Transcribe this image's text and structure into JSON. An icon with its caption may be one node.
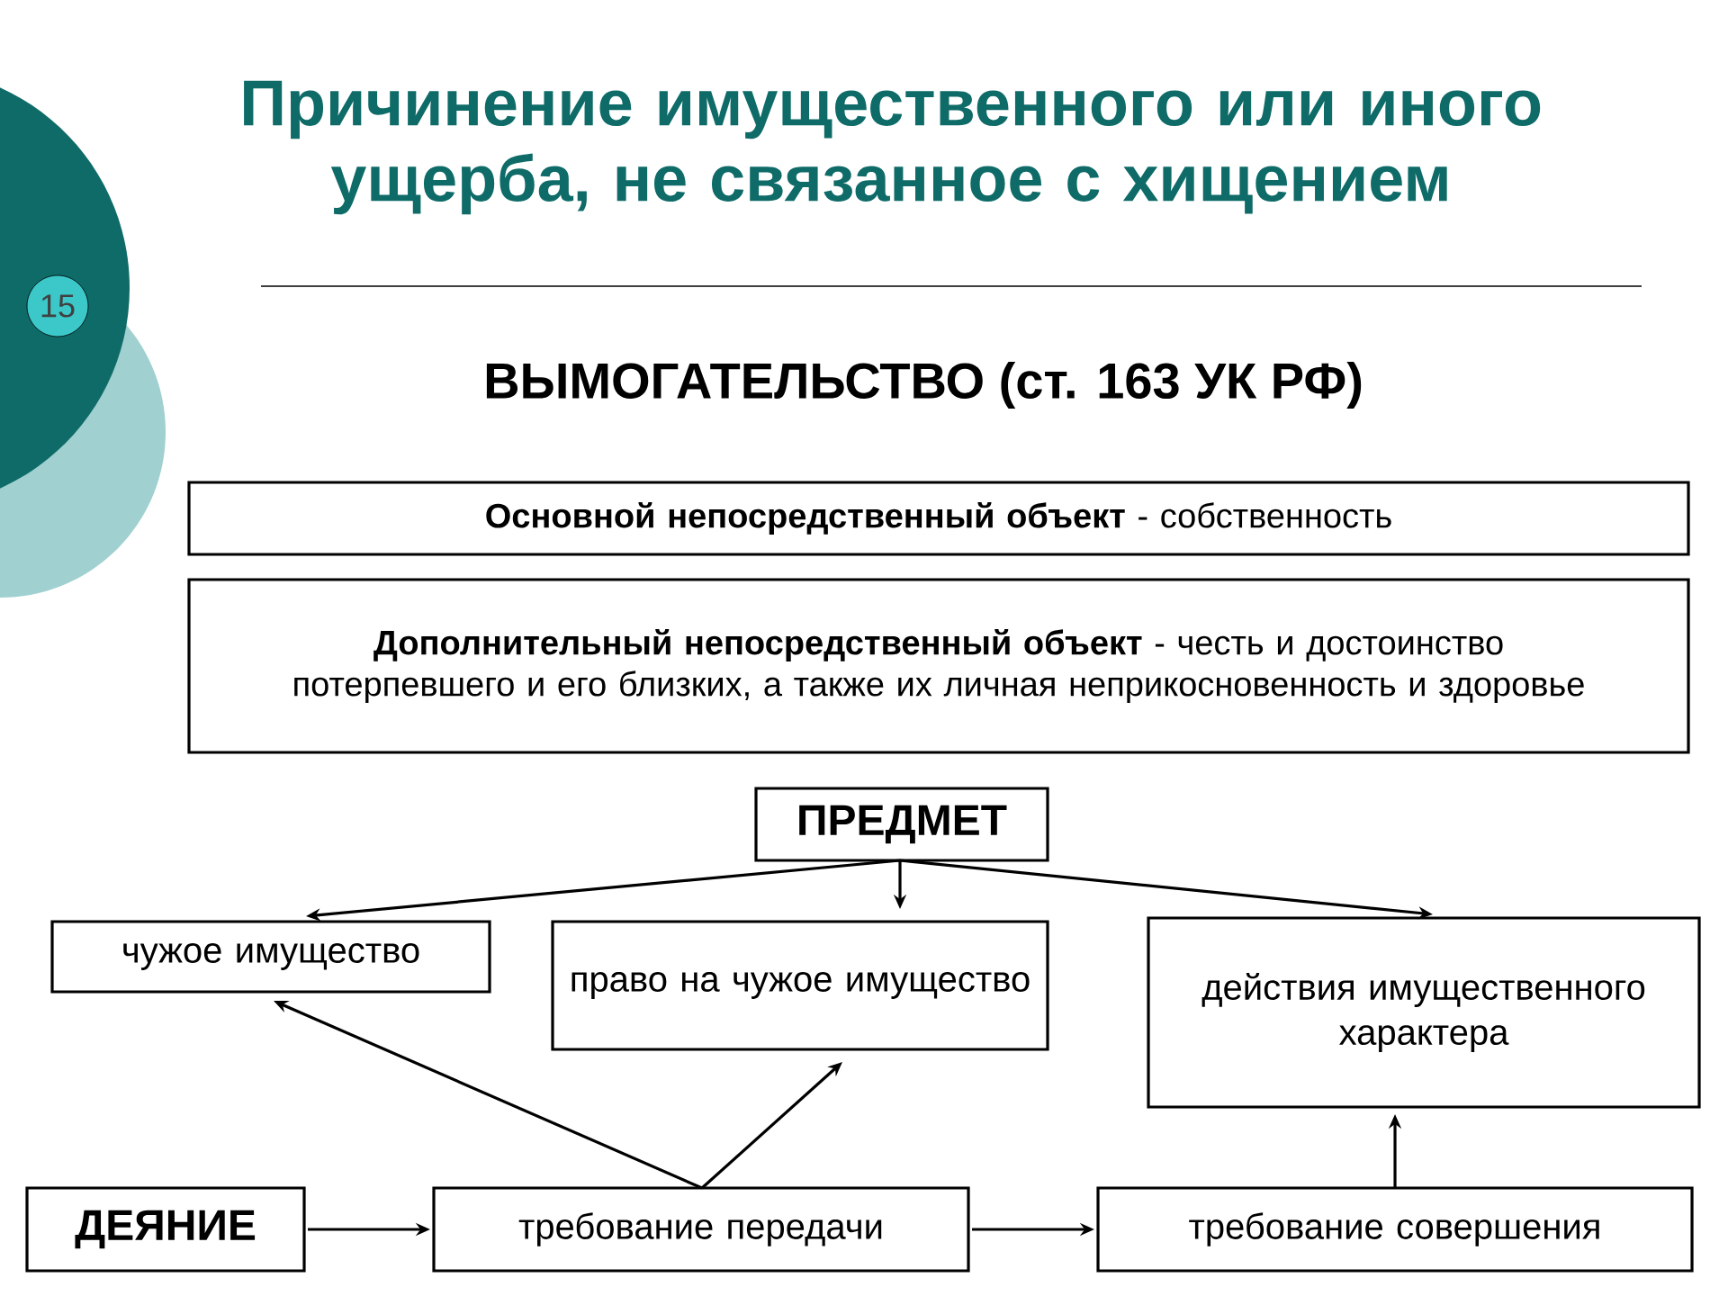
{
  "diagram": {
    "title": "Причинение имущественного или иного ущерба, не связанное с хищением",
    "nodes": [
      {
        "text": [
          "**Основной непосредственный объект** - собственность"
        ]
      },
      {
        "text": [
          "**Дополнительный непосредственный объект** - честь и достоинство потерпевшего и его близких, а также их личная неприкосновенность и здоровье"
        ]
      },
      {
        "text": [
          "ПРЕДМЕТ"
        ]
      },
      {
        "text": [
          "чужое имущество"
        ]
      },
      {
        "text": [
          "право на чужое имущество"
        ]
      },
      {
        "text": [
          "действия имущественного характера"
        ]
      },
      {
        "text": [
          "ДЕЯНИЕ"
        ]
      },
      {
        "text": [
          "требование передачи"
        ]
      },
      {
        "text": [
          "требование совершения"
        ]
      }
    ],
    "edges": [
      {
        "from": 2,
        "to": 3,
        "arrow": "to"
      },
      {
        "from": 2,
        "to": 4,
        "arrow": "to"
      },
      {
        "from": 2,
        "to": 5,
        "arrow": "to"
      },
      {
        "from": 6,
        "to": 7,
        "arrow": "to"
      },
      {
        "from": 7,
        "to": 3,
        "arrow": "to"
      },
      {
        "from": 7,
        "to": 4,
        "arrow": "to"
      },
      {
        "from": 7,
        "to": 8,
        "arrow": "to"
      },
      {
        "from": 8,
        "to": 5,
        "arrow": "to"
      }
    ],
    "labels": [
      "15",
      "ВЫМОГАТЕЛЬСТВО (ст. 163 УК РФ)"
    ]
  }
}
